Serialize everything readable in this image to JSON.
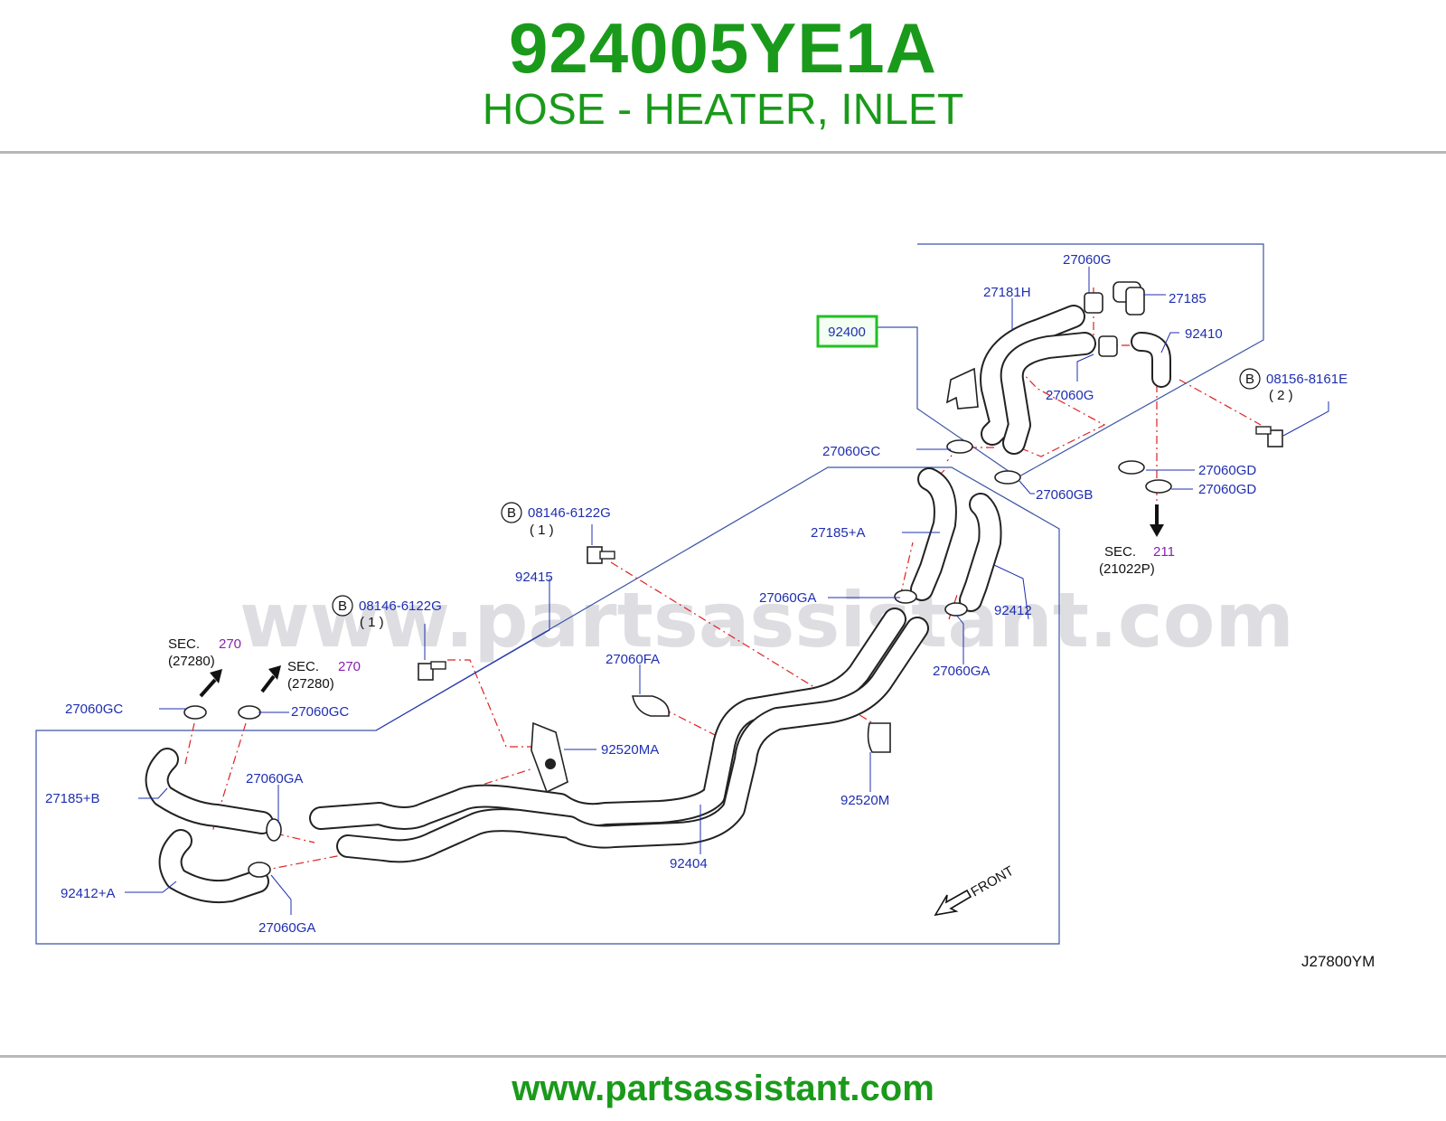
{
  "header": {
    "part_number": "924005YE1A",
    "part_name": "HOSE - HEATER, INLET"
  },
  "watermark": "www.partsassistant.com",
  "footer": {
    "url": "www.partsassistant.com"
  },
  "diagram": {
    "code": "J27800YM",
    "highlighted_part": "92400",
    "callouts": {
      "c27060G_top": "27060G",
      "c27181H": "27181H",
      "c27185": "27185",
      "c92400": "92400",
      "c92410": "92410",
      "c27060G_mid": "27060G",
      "c08156": "08156-8161E",
      "c08156_qty": "( 2 )",
      "c27060GC_top": "27060GC",
      "c27060GB": "27060GB",
      "c27060GD_1": "27060GD",
      "c27060GD_2": "27060GD",
      "c08146_a": "08146-6122G",
      "c08146_a_qty": "( 1 )",
      "c27185A": "27185+A",
      "c92415": "92415",
      "c27060GA_1": "27060GA",
      "c92412": "92412",
      "c08146_b": "08146-6122G",
      "c08146_b_qty": "( 1 )",
      "c27060GA_2": "27060GA",
      "c27060FA": "27060FA",
      "c27060GC_l1": "27060GC",
      "c27060GC_l2": "27060GC",
      "c92520MA": "92520MA",
      "c27185B": "27185+B",
      "c27060GA_3": "27060GA",
      "c92520M": "92520M",
      "c92404": "92404",
      "c92412A": "92412+A",
      "c27060GA_4": "27060GA",
      "front": "FRONT"
    },
    "bolt_marker": "B",
    "sections": [
      {
        "sec": "SEC.",
        "num": "270",
        "ref": "(27280)"
      },
      {
        "sec": "SEC.",
        "num": "270",
        "ref": "(27280)"
      },
      {
        "sec": "SEC.",
        "num": "211",
        "ref": "(21022P)"
      }
    ]
  },
  "colors": {
    "brand_green": "#1a9a1a",
    "callout_blue": "#1f2fb0",
    "section_purple": "#8a1fb0",
    "highlight": "#22c022"
  }
}
